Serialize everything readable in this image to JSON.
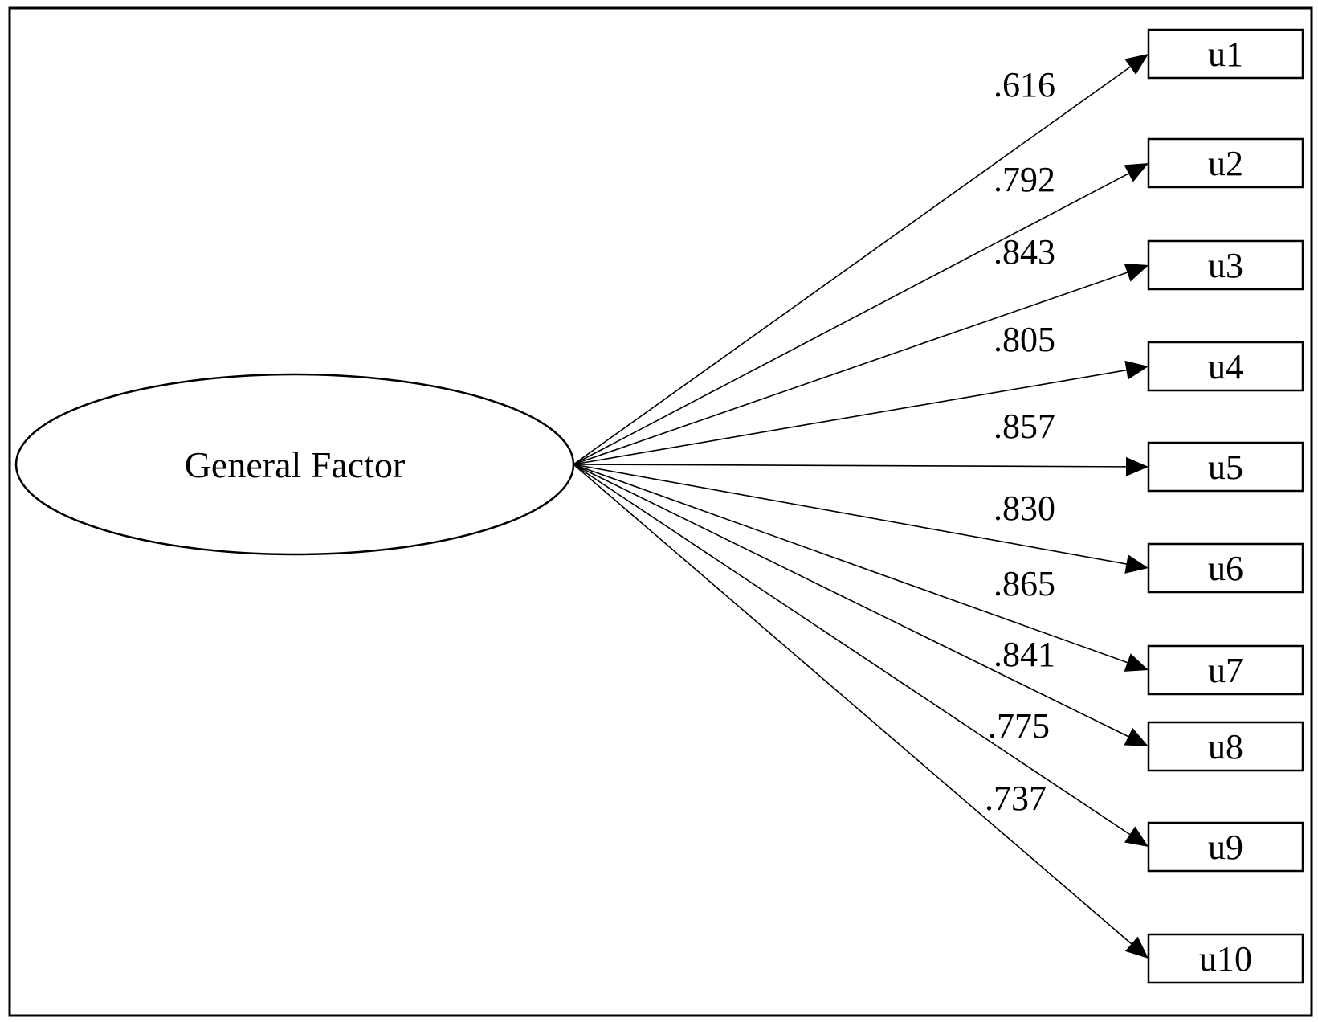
{
  "factor": {
    "label": "General Factor"
  },
  "items": [
    {
      "label": "u1",
      "loading": ".616"
    },
    {
      "label": "u2",
      "loading": ".792"
    },
    {
      "label": "u3",
      "loading": ".843"
    },
    {
      "label": "u4",
      "loading": ".805"
    },
    {
      "label": "u5",
      "loading": ".857"
    },
    {
      "label": "u6",
      "loading": ".830"
    },
    {
      "label": "u7",
      "loading": ".865"
    },
    {
      "label": "u8",
      "loading": ".841"
    },
    {
      "label": "u9",
      "loading": ".775"
    },
    {
      "label": "u10",
      "loading": ".737"
    }
  ]
}
